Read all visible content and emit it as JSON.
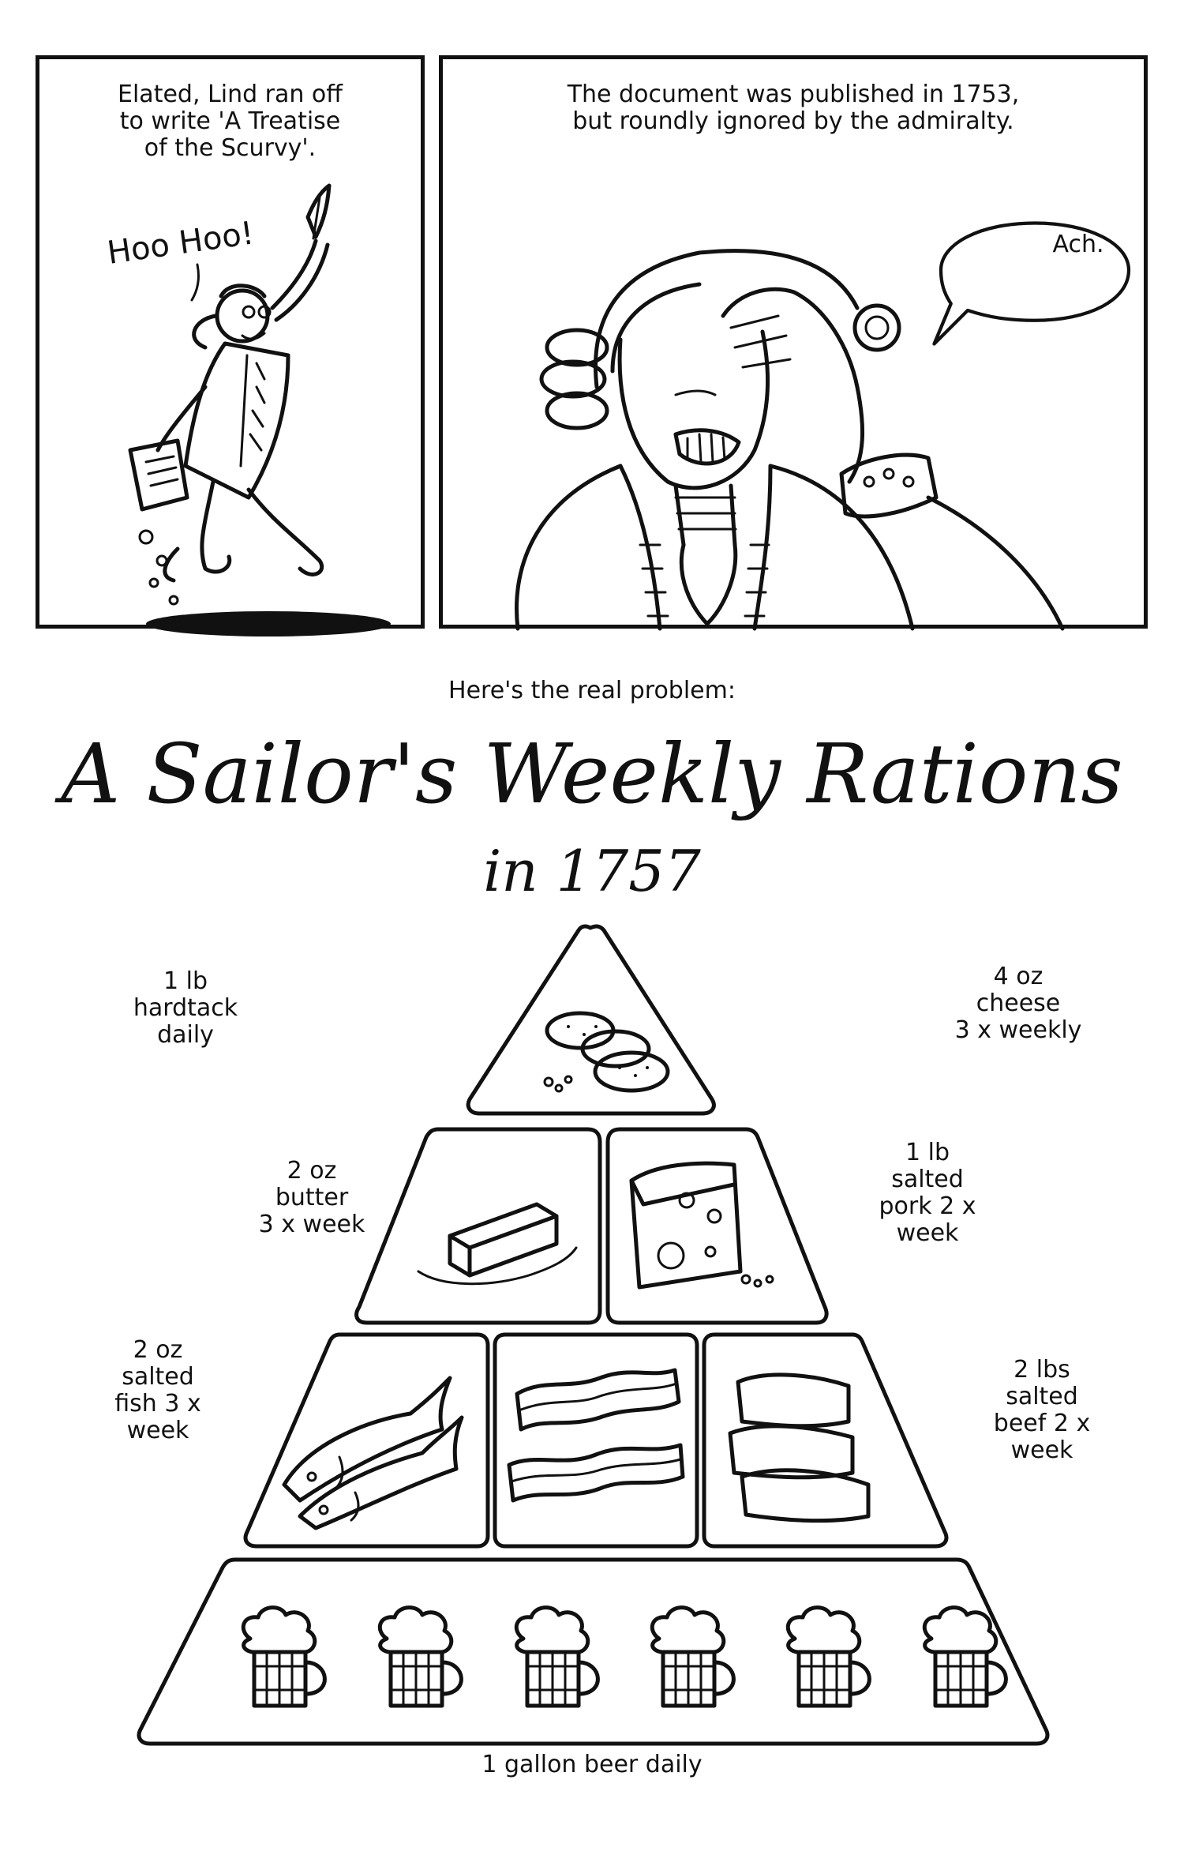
{
  "panel_1": {
    "caption": "Elated, Lind ran off\nto write 'A Treatise\nof the Scurvy'.",
    "sfx": "Hoo Hoo!"
  },
  "panel_2": {
    "caption": "The document was published in 1753,\nbut roundly ignored by the admiralty.",
    "speech": "Ach."
  },
  "intro": "Here's the real problem:",
  "title": "A Sailor's Weekly Rations",
  "subtitle": "in 1757",
  "rations": {
    "hardtack": "1 lb\nhardtack\ndaily",
    "cheese": "4 oz\ncheese\n3 x weekly",
    "butter": "2 oz\nbutter\n3 x week",
    "pork": "1 lb\nsalted\npork 2 x\nweek",
    "fish": "2 oz\nsalted\nfish 3 x\nweek",
    "beef": "2 lbs\nsalted\nbeef 2 x\nweek",
    "beer": "1 gallon beer daily"
  },
  "icons": {
    "hardtack": "hardtack-biscuits-icon",
    "butter": "butter-block-icon",
    "cheese": "cheese-wedge-icon",
    "fish": "dried-fish-icon",
    "pork": "bacon-strips-icon",
    "beef": "salted-beef-icon",
    "beer": "beer-tankard-icon"
  }
}
